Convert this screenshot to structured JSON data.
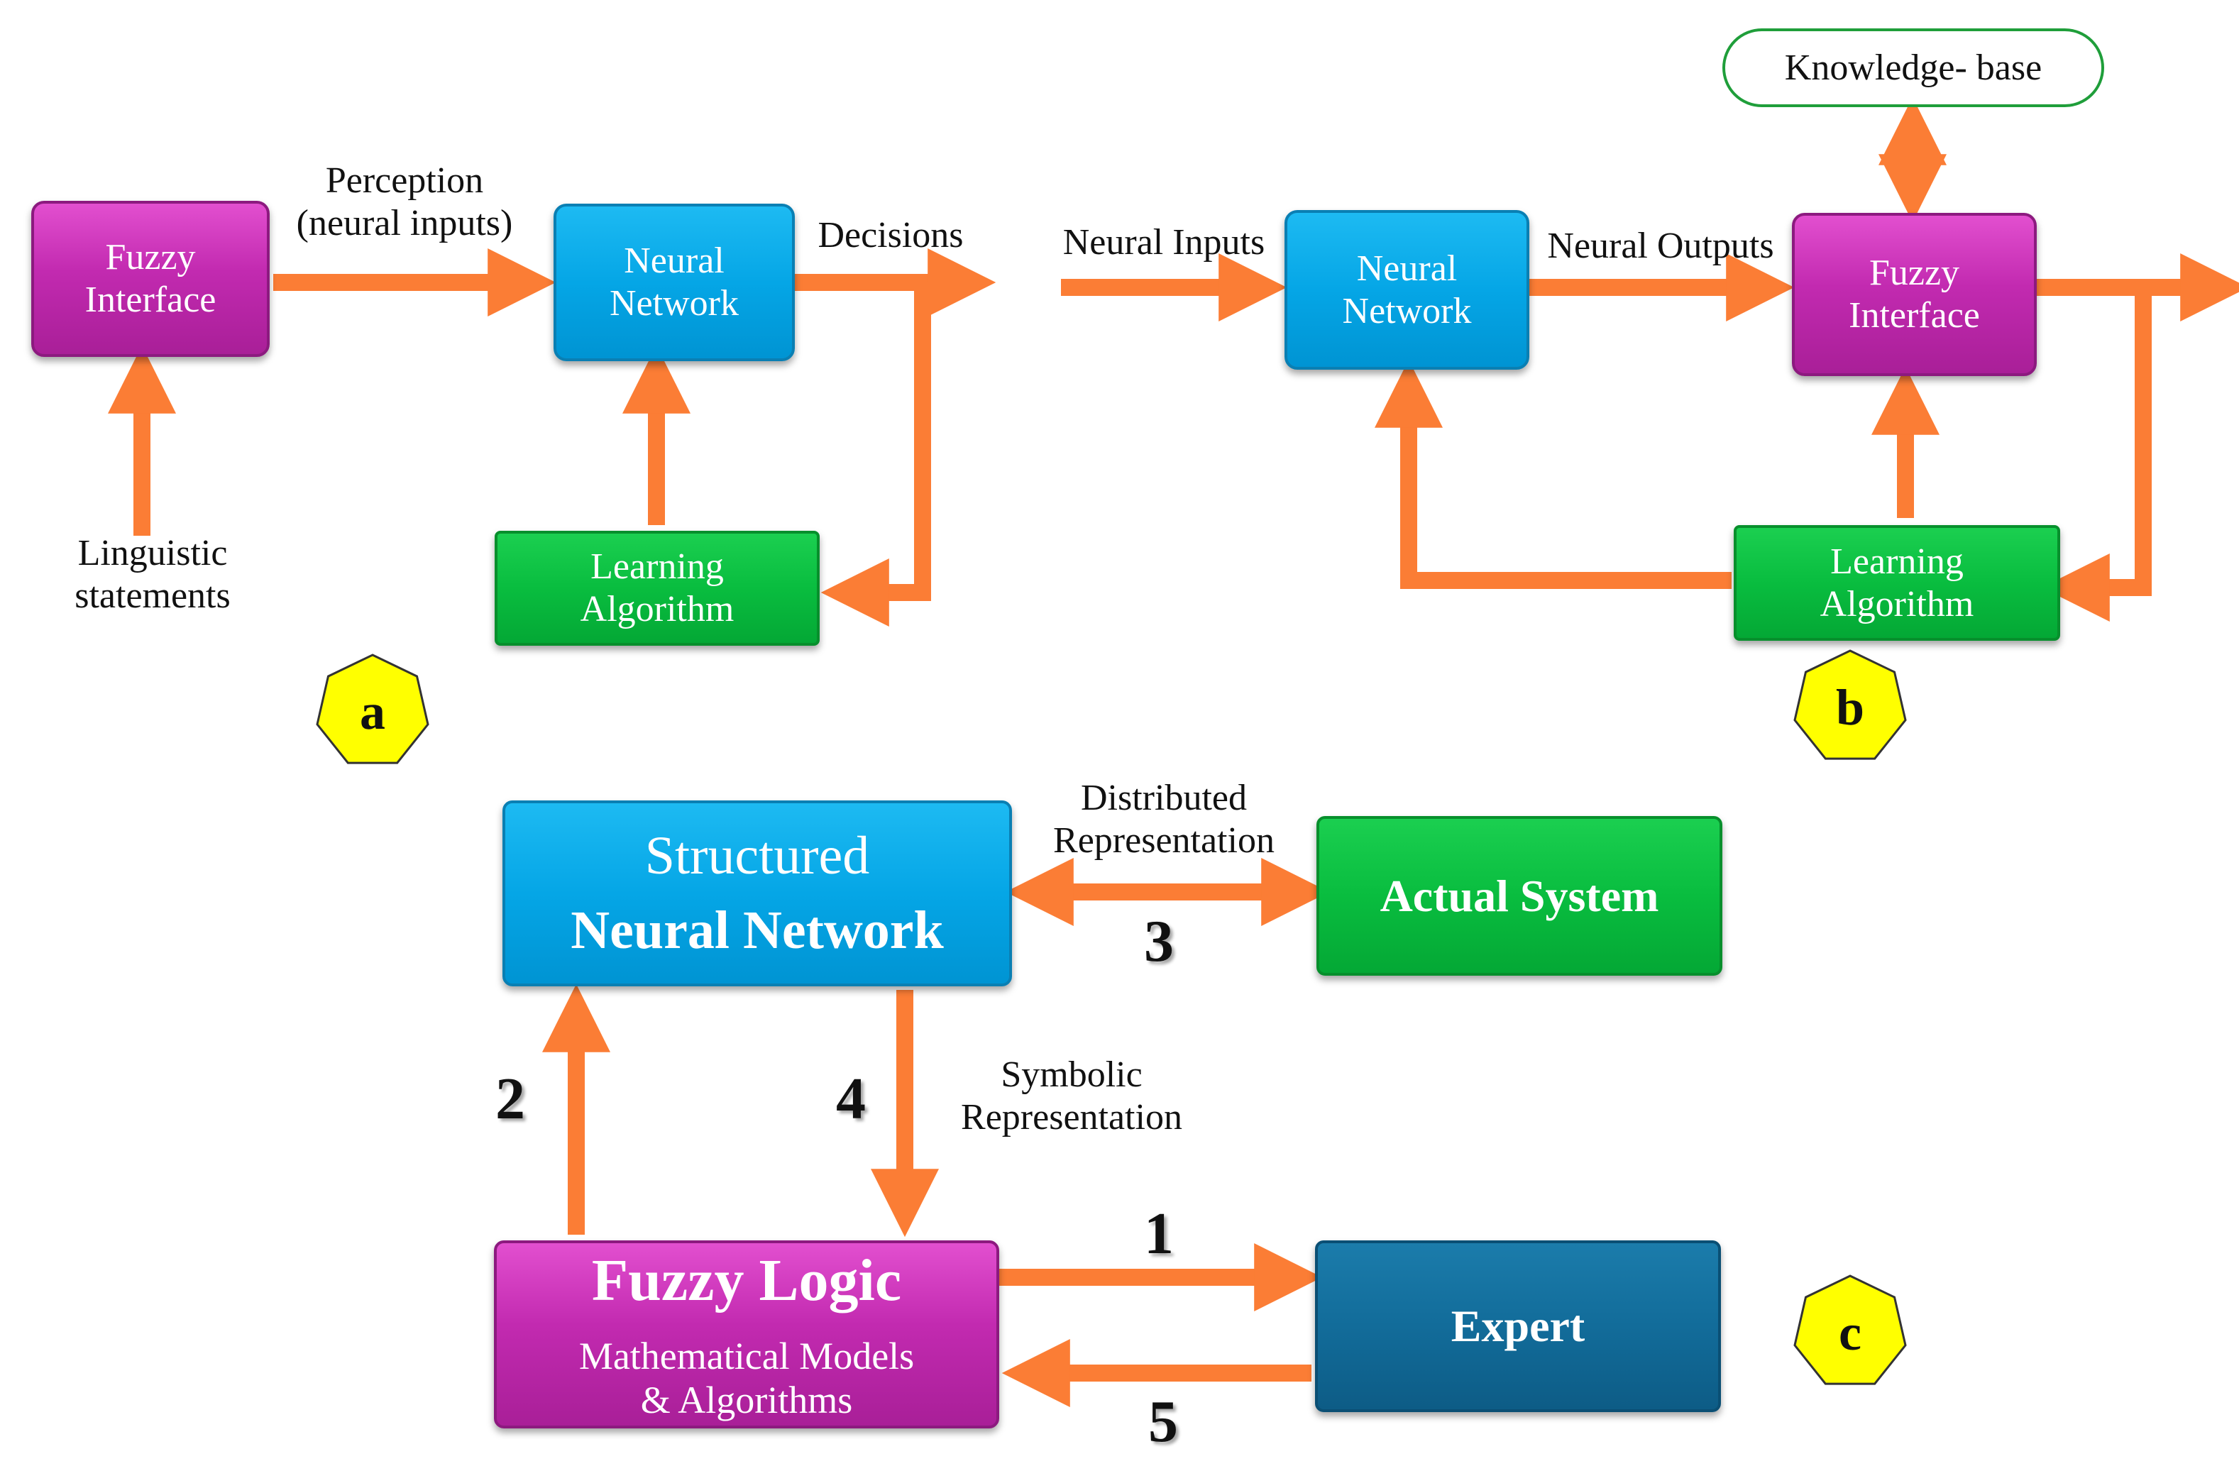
{
  "panel_a": {
    "fuzzy_interface": [
      "Fuzzy",
      "Interface"
    ],
    "neural_network": [
      "Neural",
      "Network"
    ],
    "learning_algorithm": [
      "Learning",
      "Algorithm"
    ],
    "label_perception": [
      "Perception",
      "(neural inputs)"
    ],
    "label_decisions": "Decisions",
    "label_linguistic": [
      "Linguistic",
      "statements"
    ],
    "badge": "a"
  },
  "panel_b": {
    "knowledge_base": "Knowledge- base",
    "neural_network": [
      "Neural",
      "Network"
    ],
    "fuzzy_interface": [
      "Fuzzy",
      "Interface"
    ],
    "learning_algorithm": [
      "Learning",
      "Algorithm"
    ],
    "label_neural_inputs": "Neural Inputs",
    "label_neural_outputs": "Neural Outputs",
    "badge": "b"
  },
  "panel_c": {
    "structured_nn": [
      "Structured",
      "Neural Network"
    ],
    "actual_system": "Actual System",
    "fuzzy_logic": [
      "Fuzzy Logic",
      "Mathematical Models",
      "& Algorithms"
    ],
    "expert": "Expert",
    "label_distributed": [
      "Distributed",
      "Representation"
    ],
    "label_symbolic": [
      "Symbolic",
      "Representation"
    ],
    "step_numbers": [
      "1",
      "2",
      "3",
      "4",
      "5"
    ],
    "badge": "c"
  },
  "colors": {
    "arrow": "#fb7d35",
    "magenta": "#c22ab0",
    "blue": "#05a6e6",
    "green": "#09bd3f",
    "navy": "#126c9a",
    "badge": "#ffff00"
  }
}
